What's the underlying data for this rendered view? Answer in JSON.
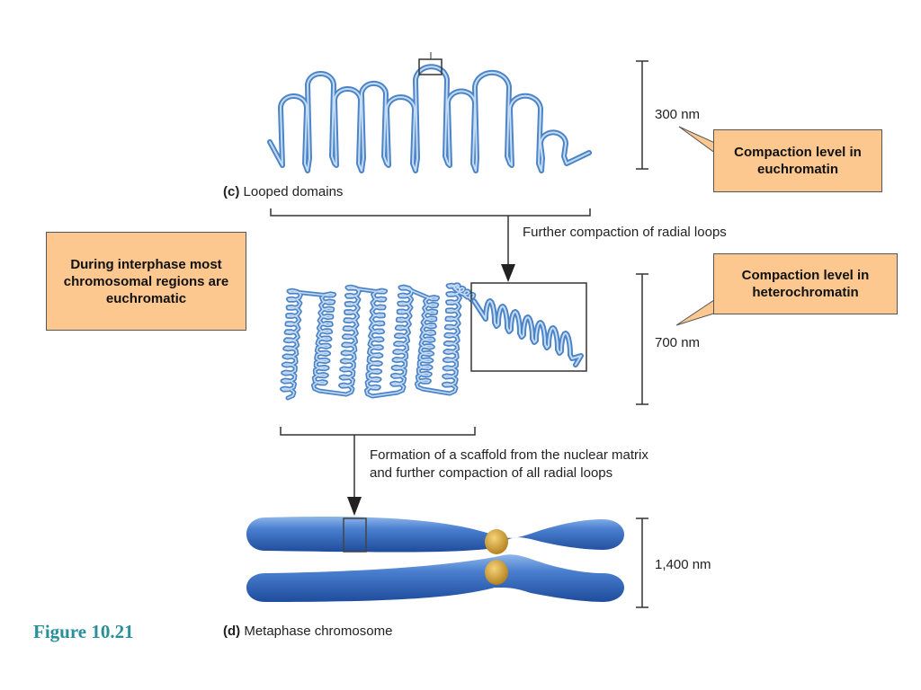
{
  "panel_c": {
    "letter": "(c)",
    "caption": "Looped domains",
    "scale": "300 nm",
    "arrow_label": "Further compaction of radial loops"
  },
  "panel_mid": {
    "scale": "700 nm",
    "arrow_label_line1": "Formation of a scaffold from the nuclear matrix",
    "arrow_label_line2": "and further compaction of all radial loops"
  },
  "panel_d": {
    "letter": "(d)",
    "caption": "Metaphase chromosome",
    "scale": "1,400 nm"
  },
  "callouts": {
    "euchromatin": "Compaction level in euchromatin",
    "heterochromatin": "Compaction level in heterochromatin",
    "interphase": "During interphase most chromosomal regions are euchromatic"
  },
  "figure_label": "Figure 10.21",
  "colors": {
    "fiber": "#4d84c8",
    "fiber_highlight": "#c4dcf4",
    "chromosome": "#3d6fc4",
    "centromere": "#d8a531",
    "callout_fill": "#fcc890",
    "figure_label": "#2a8f9a"
  }
}
